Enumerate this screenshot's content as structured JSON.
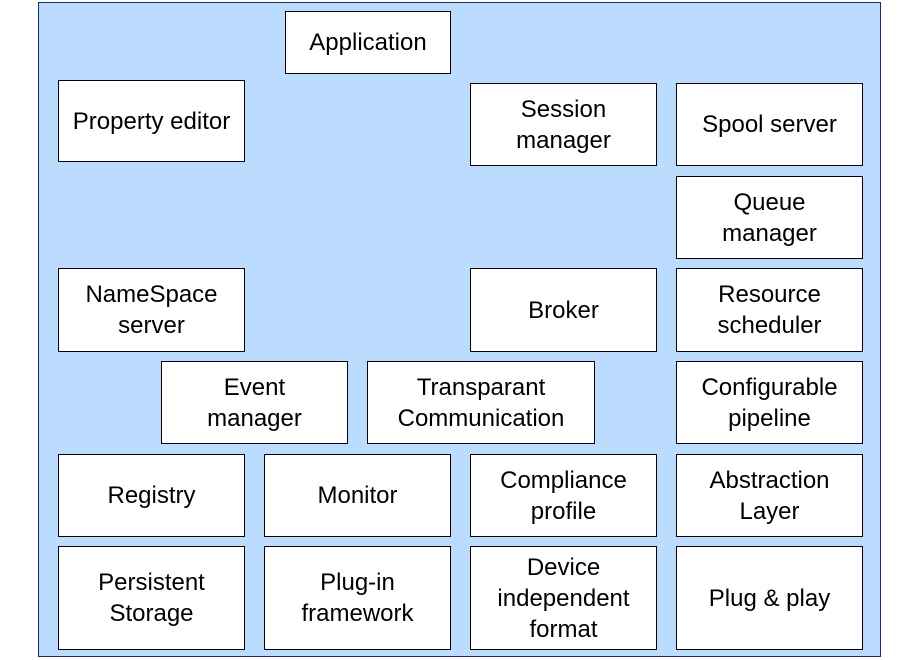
{
  "diagram": {
    "boxes": {
      "application": "Application",
      "property_editor": "Property editor",
      "session_manager": "Session\nmanager",
      "spool_server": "Spool server",
      "queue_manager": "Queue\nmanager",
      "namespace_server": "NameSpace\nserver",
      "broker": "Broker",
      "resource_scheduler": "Resource\nscheduler",
      "event_manager": "Event\nmanager",
      "transparant_communication": "Transparant\nCommunication",
      "configurable_pipeline": "Configurable\npipeline",
      "registry": "Registry",
      "monitor": "Monitor",
      "compliance_profile": "Compliance\nprofile",
      "abstraction_layer": "Abstraction\nLayer",
      "persistent_storage": "Persistent\nStorage",
      "plugin_framework": "Plug-in\nframework",
      "device_independent_format": "Device\nindependent\nformat",
      "plug_and_play": "Plug & play"
    }
  }
}
